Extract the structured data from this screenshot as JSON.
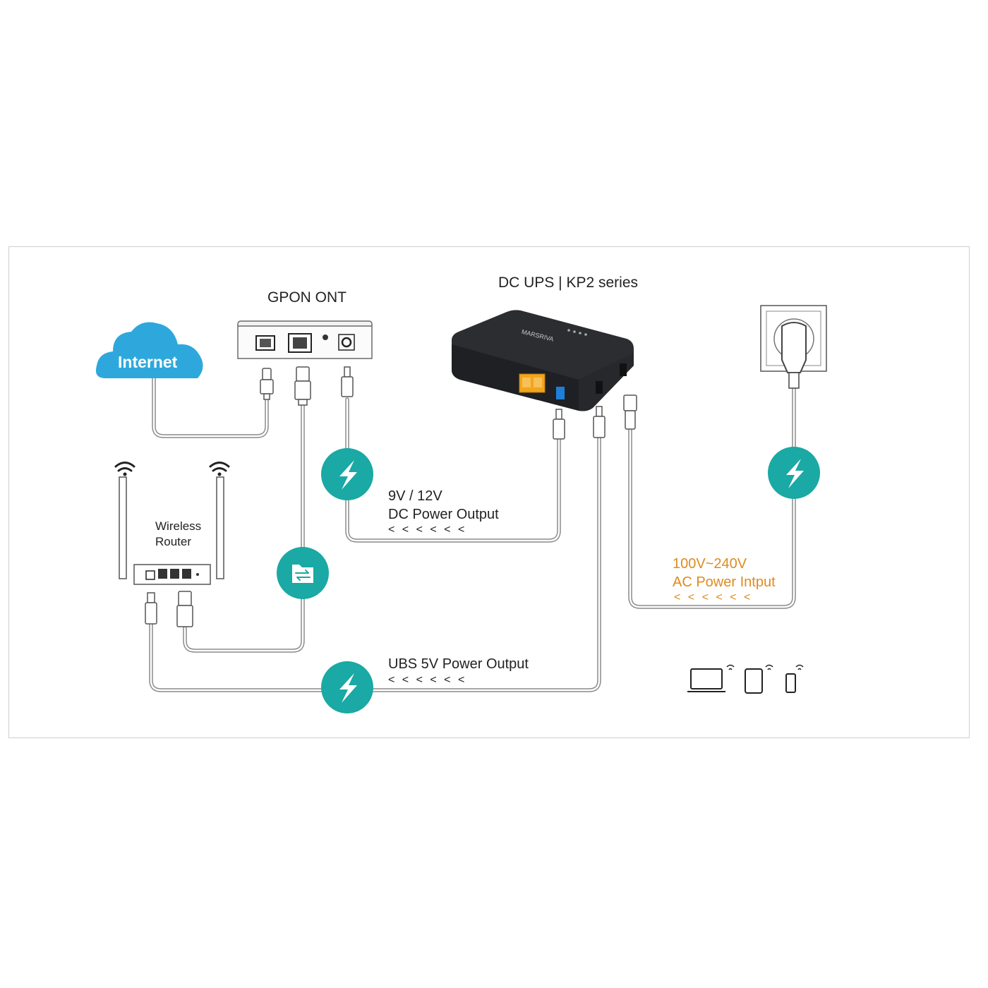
{
  "labels": {
    "gpon": "GPON ONT",
    "ups": "DC UPS | KP2 series",
    "internet": "Internet",
    "router_line1": "Wireless",
    "router_line2": "Router",
    "dc_voltage": "9V / 12V",
    "dc_output": "DC Power Output",
    "usb_output": "UBS 5V Power Output",
    "ac_voltage": "100V~240V",
    "ac_input": "AC Power Intput",
    "arrows": "< < < < < <"
  },
  "colors": {
    "teal": "#1aa9a4",
    "cloud": "#2ea8dc",
    "orange": "#e08a1c",
    "ups_body": "#2b2d30",
    "port_yellow": "#f2a51c",
    "port_blue": "#1f7fd8"
  },
  "icons": [
    "lightning-icon",
    "file-transfer-icon",
    "wifi-icon",
    "laptop-icon",
    "tablet-icon",
    "phone-icon"
  ]
}
